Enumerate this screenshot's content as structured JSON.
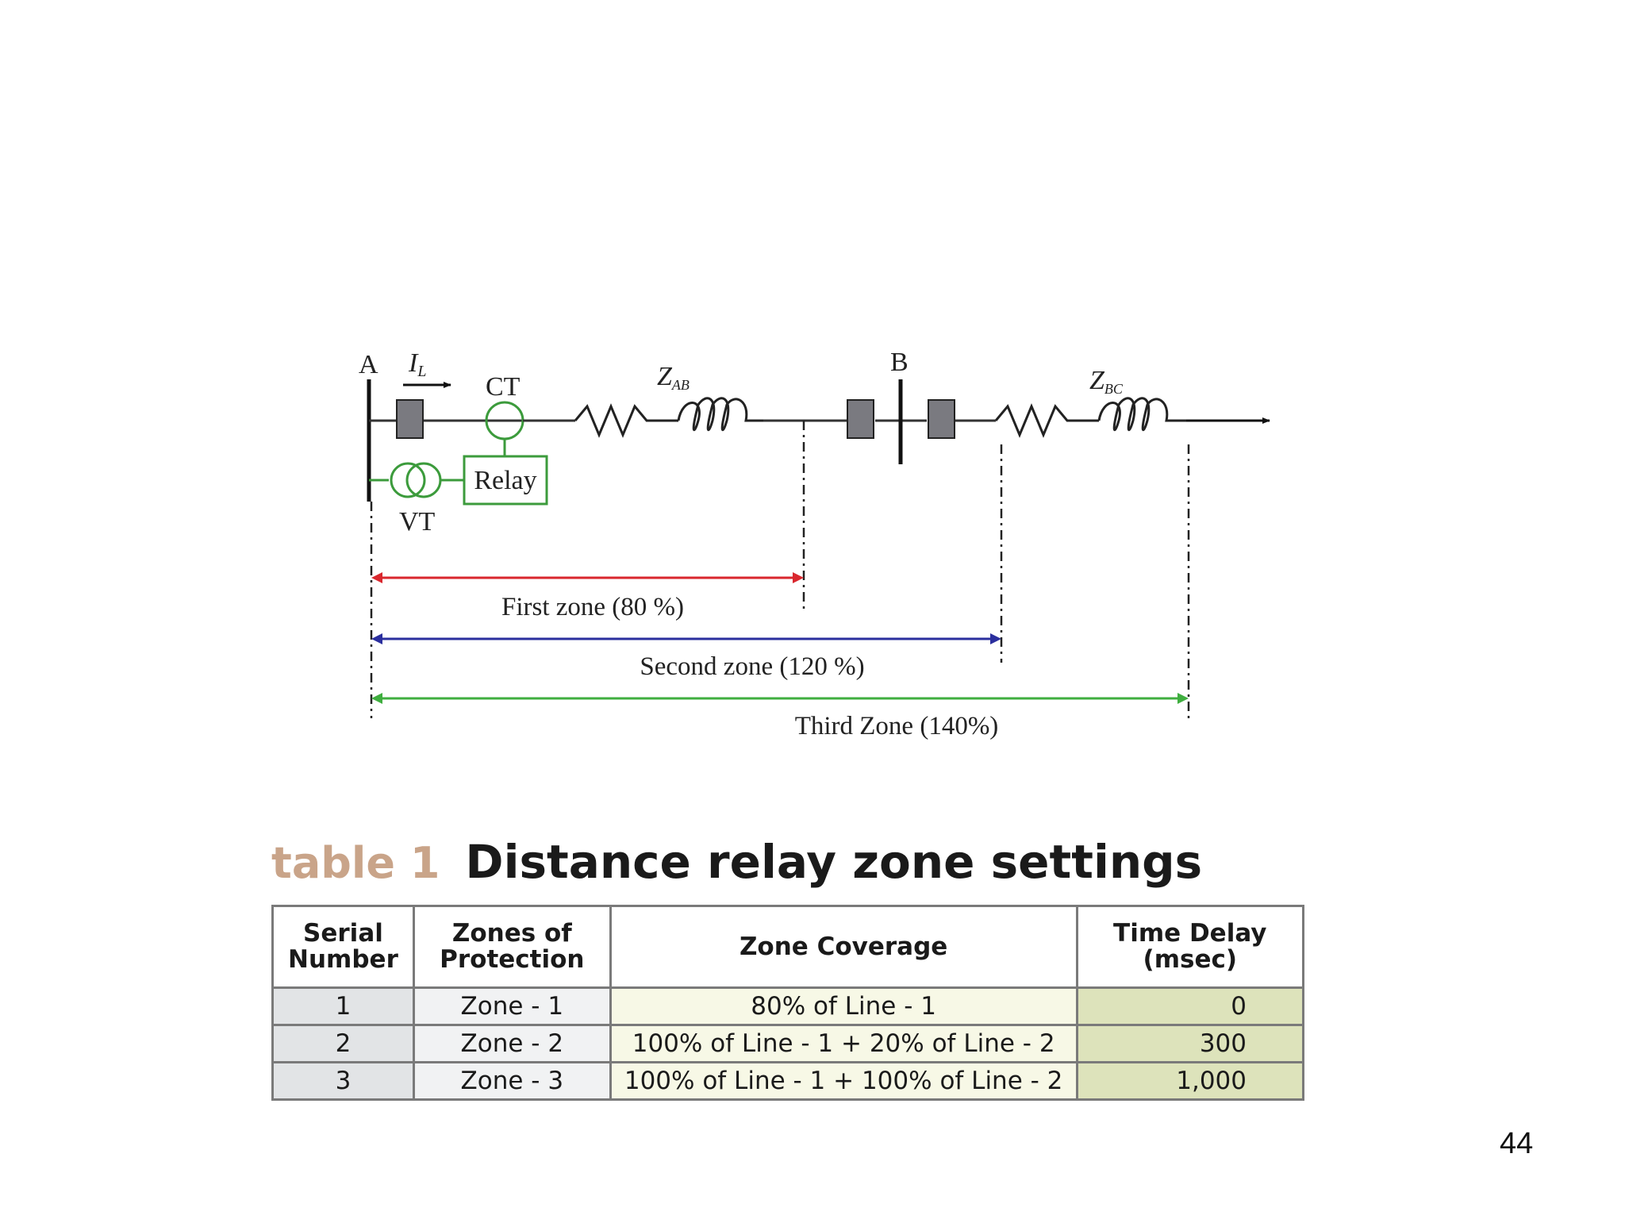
{
  "diagram": {
    "bus_a_label": "A",
    "bus_b_label": "B",
    "current_label": "I",
    "current_sub": "L",
    "ct_label": "CT",
    "relay_label": "Relay",
    "vt_label": "VT",
    "z_ab": "Z",
    "z_ab_sub": "AB",
    "z_bc": "Z",
    "z_bc_sub": "BC",
    "zones": [
      {
        "label": "First zone (80 %)",
        "color": "#d9272e"
      },
      {
        "label": "Second zone (120 %)",
        "color": "#2b2f9e"
      },
      {
        "label": "Third Zone (140%)",
        "color": "#3fae3f"
      }
    ],
    "component_color": "#3c9b3c",
    "breaker_color": "#7a7a80"
  },
  "table": {
    "tag": "table 1",
    "title": "Distance relay zone settings",
    "headers": [
      [
        "Serial",
        "Number"
      ],
      [
        "Zones of",
        "Protection"
      ],
      [
        "Zone Coverage"
      ],
      [
        "Time Delay",
        "(msec)"
      ]
    ],
    "rows": [
      [
        "1",
        "Zone - 1",
        "80% of Line - 1",
        "0"
      ],
      [
        "2",
        "Zone - 2",
        "100% of Line - 1 + 20% of Line - 2",
        "300"
      ],
      [
        "3",
        "Zone - 3",
        "100% of Line - 1 + 100% of Line - 2",
        "1,000"
      ]
    ]
  },
  "page_number": "44"
}
